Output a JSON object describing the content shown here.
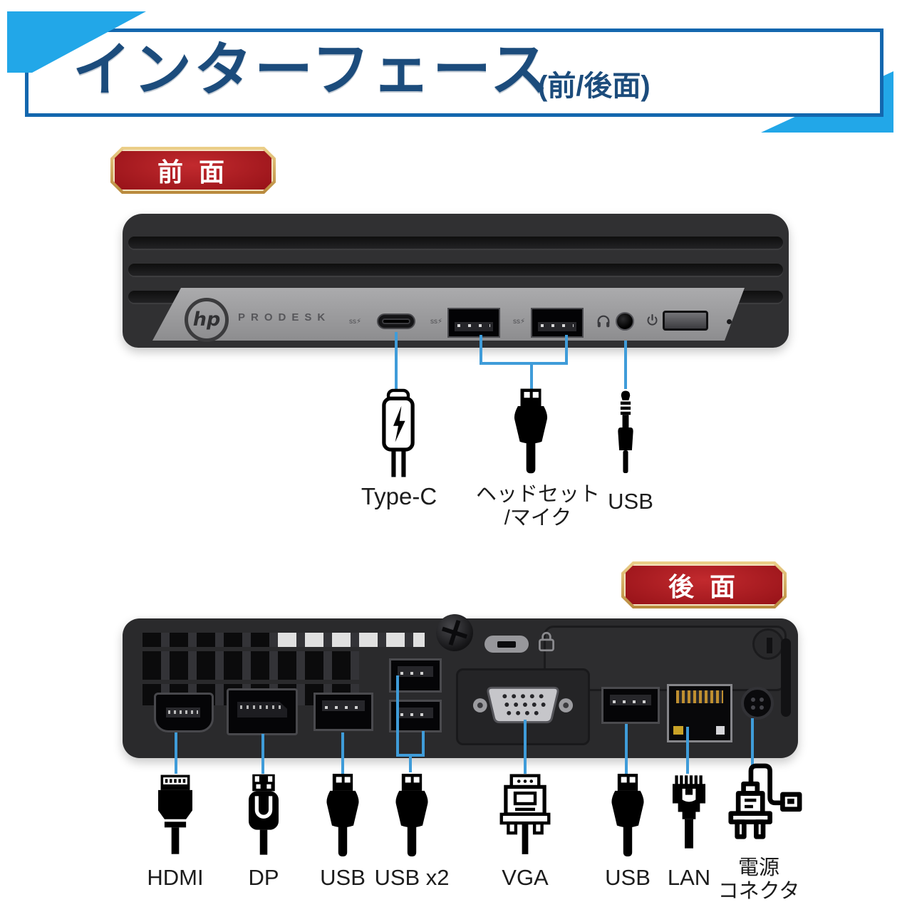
{
  "header": {
    "title": "インターフェース",
    "subtitle": "(前/後面)"
  },
  "front": {
    "badge": "前 面",
    "device": {
      "brand": "hp",
      "model": "PRODESK",
      "port_mark": "ss⚡"
    },
    "callouts": {
      "typec": {
        "label": "Type-C"
      },
      "headset": {
        "label": "ヘッドセット",
        "label2": "/マイク"
      },
      "audio": {
        "label": "USB"
      }
    }
  },
  "back": {
    "badge": "後 面",
    "callouts": [
      {
        "label": "HDMI"
      },
      {
        "label": "DP"
      },
      {
        "label": "USB"
      },
      {
        "label": "USB x2"
      },
      {
        "label": "VGA"
      },
      {
        "label": "USB"
      },
      {
        "label": "LAN"
      },
      {
        "label": "電源",
        "label2": "コネクタ"
      }
    ]
  },
  "colors": {
    "accent_blue": "#22a7e8",
    "header_border": "#1367ae",
    "title_color": "#1c4c7c",
    "callout_blue": "#3f9cd9",
    "badge_red": "#b22026",
    "badge_gold": "#d3a75b",
    "label_color": "#1c1c1c"
  }
}
